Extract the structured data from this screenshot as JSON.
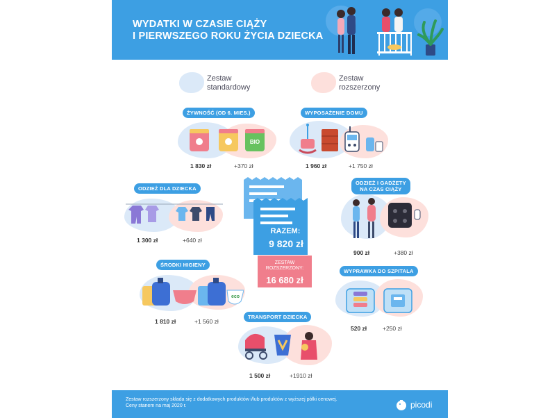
{
  "header": {
    "title_line1": "WYDATKI W CZASIE CIĄŻY",
    "title_line2": "I PIERWSZEGO ROKU ŻYCIA DZIECKA"
  },
  "legend": {
    "standard": "Zestaw standardowy",
    "extended": "Zestaw rozszerzony"
  },
  "colors": {
    "primary": "#3d9fe3",
    "standard_blob": "#dbe9f8",
    "extended_blob": "#fde0dc",
    "extended_box": "#f07e8c"
  },
  "categories": [
    {
      "key": "food",
      "label": "ŻYWNOŚĆ (OD 6. MIES.)",
      "standard": "1 830 zł",
      "extended": "+370 zł"
    },
    {
      "key": "home",
      "label": "WYPOSAŻENIE DOMU",
      "standard": "1 960 zł",
      "extended": "+1 750 zł"
    },
    {
      "key": "clothes",
      "label": "ODZIEŻ DLA DZIECKA",
      "standard": "1 300 zł",
      "extended": "+640 zł"
    },
    {
      "key": "maternity",
      "label_line1": "ODZIEŻ I GADŻETY",
      "label_line2": "NA CZAS CIĄŻY",
      "standard": "900 zł",
      "extended": "+380 zł"
    },
    {
      "key": "hygiene",
      "label": "ŚRODKI HIGIENY",
      "standard": "1 810 zł",
      "extended": "+1 560 zł"
    },
    {
      "key": "hospital",
      "label": "WYPRAWKA DO SZPITALA",
      "standard": "520 zł",
      "extended": "+250 zł"
    },
    {
      "key": "transport",
      "label": "TRANSPORT DZIECKA",
      "standard": "1 500 zł",
      "extended": "+1910 zł"
    }
  ],
  "food_jar_labels": {
    "third": "BIO"
  },
  "hygiene_text": "eco",
  "total": {
    "label": "RAZEM:",
    "value": "9 820 zł",
    "extended_label_line1": "ZESTAW",
    "extended_label_line2": "ROZSZERZONY:",
    "extended_value": "16 680 zł"
  },
  "footer": {
    "line1": "Zestaw rozszerzony składa się z dodatkowych produktów i/lub produktów z wyższej półki cenowej.",
    "line2": "Ceny stanem na maj 2020 r.",
    "logo": "picodi"
  }
}
